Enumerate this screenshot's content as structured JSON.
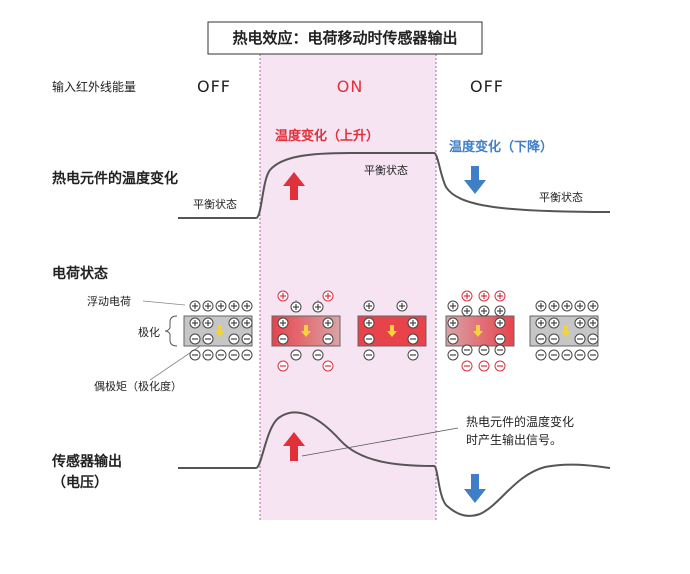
{
  "title": "热电效应：电荷移动时传感器输出",
  "input_ir_label": "输入红外线能量",
  "states": {
    "off_left": "OFF",
    "on": "ON",
    "off_right": "OFF"
  },
  "row_labels": {
    "temperature_change": "热电元件的温度变化",
    "charge_state": "电荷状态",
    "sensor_output_line1": "传感器输出",
    "sensor_output_line2": "（电压）"
  },
  "annotations": {
    "temp_rise": "温度变化（上升）",
    "temp_fall": "温度变化（下降）",
    "equilibrium": "平衡状态",
    "floating_charge": "浮动电荷",
    "polarization": "极化",
    "dipole_moment": "偶极矩（极化度）",
    "signal_note_line1": "热电元件的温度变化",
    "signal_note_line2": "时产生输出信号。"
  },
  "colors": {
    "on_region": "#f6e4f3",
    "on_border": "#a86ba0",
    "rise": "#e0303a",
    "fall": "#3f7fc7",
    "curve": "#555555",
    "element_grey": "#c6c6c6",
    "element_red": "#e8434b",
    "dipole": "#f3d23a"
  },
  "icons": {
    "up_arrow": "red-up-arrow-icon",
    "down_arrow": "blue-down-arrow-icon",
    "plus_charge": "plus-charge-icon",
    "minus_charge": "minus-charge-icon",
    "dipole_arrow": "yellow-down-arrow-icon"
  }
}
